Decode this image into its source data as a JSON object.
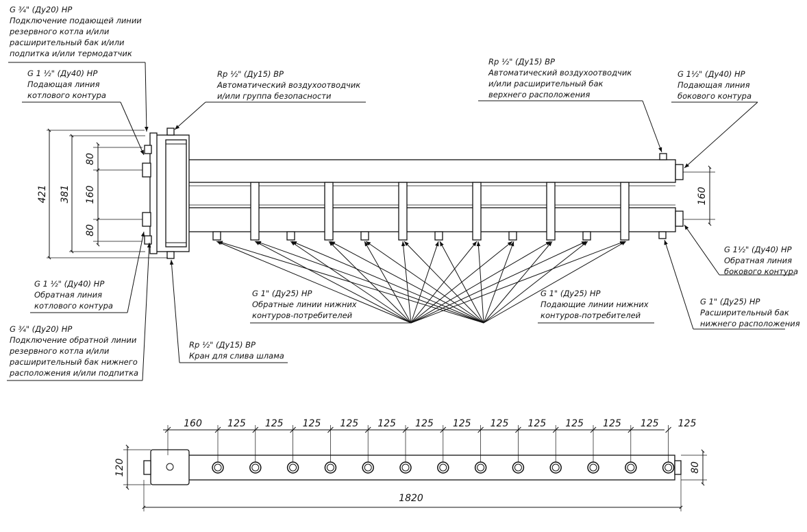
{
  "labels": {
    "tl_conn": {
      "spec": "G ¾\" (Ду20) НР",
      "lines": [
        "Подключение подающей линии",
        "резервного котла и/или",
        "расширительный бак и/или",
        "подпитка и/или термодатчик"
      ]
    },
    "tl_supply": {
      "spec": "G 1 ½\" (Ду40) НР",
      "lines": [
        "Подающая линия",
        "котлового контура"
      ]
    },
    "top_air": {
      "spec": "Rp ½\" (Ду15) ВР",
      "lines": [
        "Автоматический воздухоотводчик",
        "и/или группа безопасности"
      ]
    },
    "tr_air": {
      "spec": "Rp ½\" (Ду15) ВР",
      "lines": [
        "Автоматический воздухоотводчик",
        "и/или расширительный бак",
        "верхнего расположения"
      ]
    },
    "tr_supply": {
      "spec": "G 1½\" (Ду40) НР",
      "lines": [
        "Подающая линия",
        "бокового контура"
      ]
    },
    "bl_return": {
      "spec": "G 1 ½\" (Ду40) НР",
      "lines": [
        "Обратная линия",
        "котлового контура"
      ]
    },
    "bl_conn": {
      "spec": "G ¾\" (Ду20) НР",
      "lines": [
        "Подключение обратной линии",
        "резервного котла и/или",
        "расширительный бак нижнего",
        "расположения и/или подпитка"
      ]
    },
    "drain": {
      "spec": "Rp ½\" (Ду15) ВР",
      "lines": [
        "Кран для слива шлама"
      ]
    },
    "mid_return": {
      "spec": "G 1\" (Ду25) НР",
      "lines": [
        "Обратные линии нижних",
        "контуров-потребителей"
      ]
    },
    "mid_supply": {
      "spec": "G 1\" (Ду25) НР",
      "lines": [
        "Подающие линии нижних",
        "контуров-потребителей"
      ]
    },
    "r_return": {
      "spec": "G 1½\" (Ду40) НР",
      "lines": [
        "Обратная линия",
        "бокового контура"
      ]
    },
    "r_tank": {
      "spec": "G 1\" (Ду25) НР",
      "lines": [
        "Расширительный бак",
        "нижнего расположения"
      ]
    }
  },
  "dims_front": {
    "height_total": "421",
    "height_inner": "381",
    "upper": "80",
    "middle": "160",
    "lower": "80",
    "right_spacing": "160"
  },
  "dims_plan": {
    "first": "160",
    "pitches": [
      "125",
      "125",
      "125",
      "125",
      "125",
      "125",
      "125",
      "125",
      "125",
      "125",
      "125",
      "125",
      "125"
    ],
    "length": "1820",
    "width_left": "120",
    "width_right": "80"
  }
}
